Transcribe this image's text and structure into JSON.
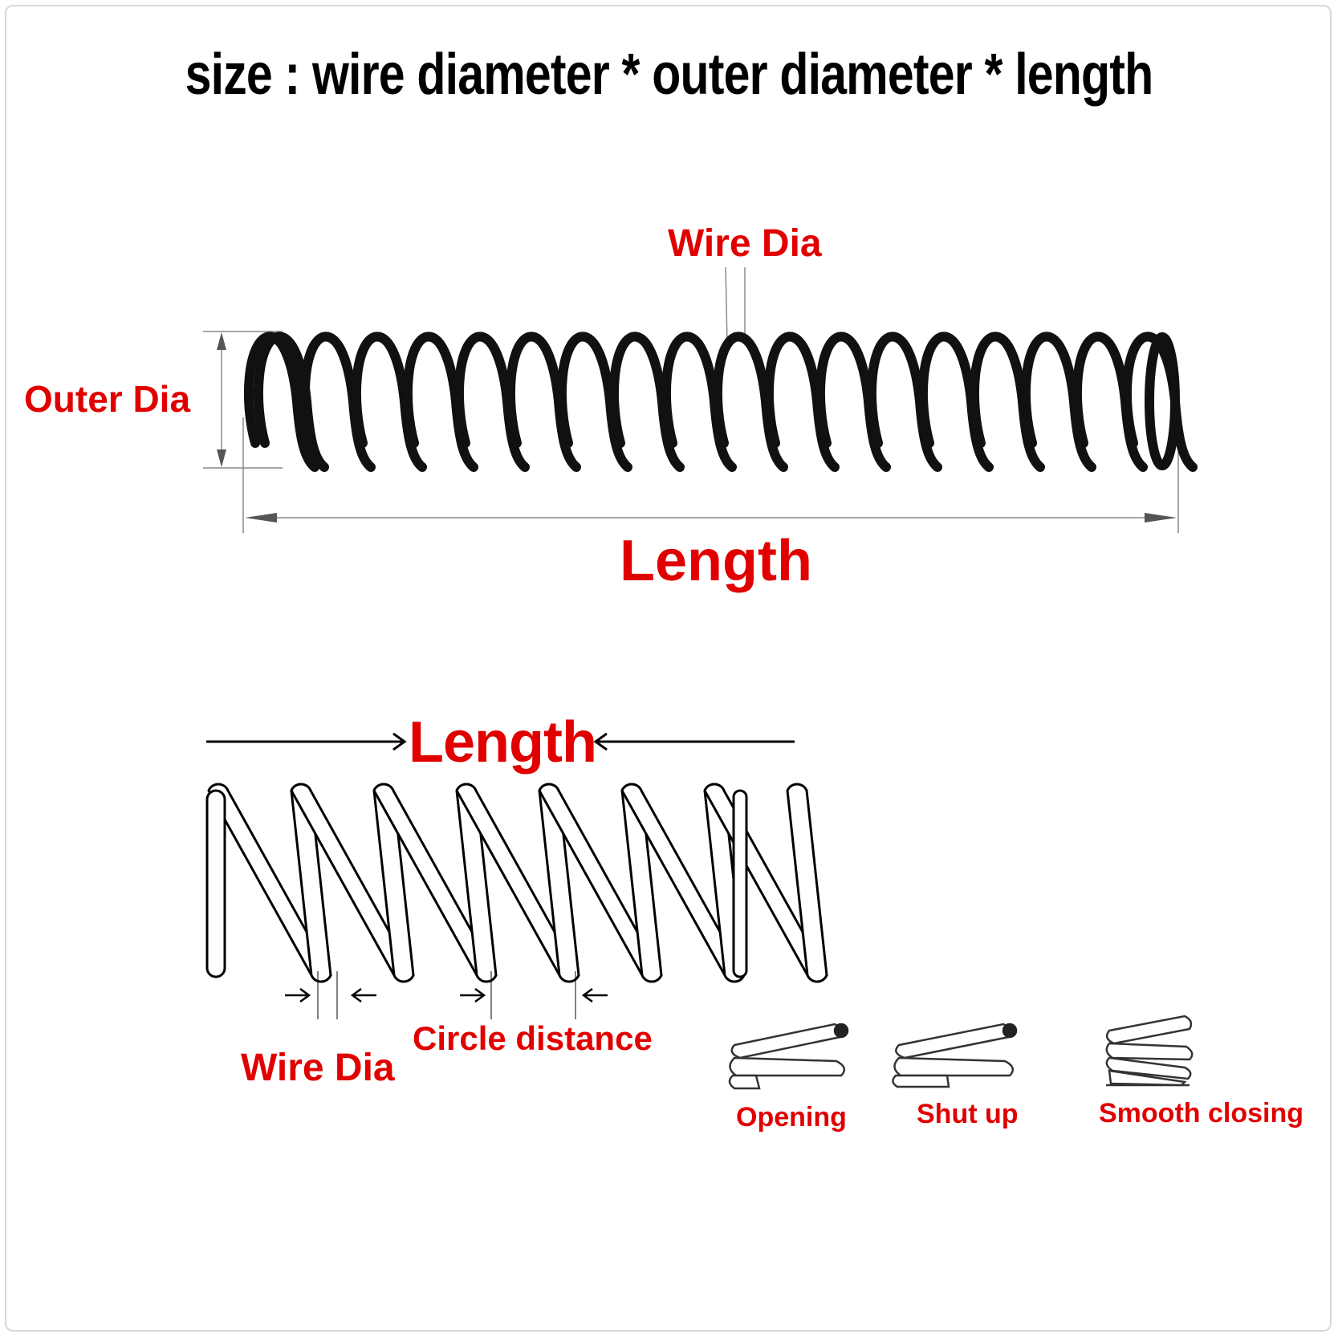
{
  "title": "size : wire diameter * outer diameter * length",
  "labels": {
    "wire_dia_top": "Wire Dia",
    "outer_dia": "Outer Dia",
    "length_top": "Length",
    "length_bottom": "Length",
    "wire_dia_bottom": "Wire Dia",
    "circle_distance": "Circle distance",
    "opening": "Opening",
    "shut_up": "Shut up",
    "smooth_closing": "Smooth closing"
  },
  "colors": {
    "label_red": "#e10000",
    "spring_black": "#111111",
    "dimension_gray": "#777777"
  }
}
